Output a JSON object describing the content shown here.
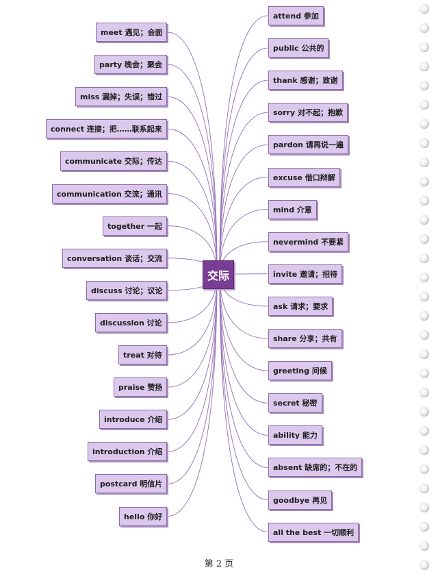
{
  "center": {
    "label": "交际"
  },
  "left_items": [
    "meet 遇见；会面",
    "party 晚会；聚会",
    "miss 漏掉；失误；错过",
    "connect 连接；把……联系起来",
    "communicate 交际；传达",
    "communication 交流；通讯",
    "together 一起",
    "conversation 谈话；交流",
    "discuss 讨论；议论",
    "discussion 讨论",
    "treat 对待",
    "praise 赞扬",
    "introduce 介绍",
    "introduction 介绍",
    "postcard 明信片",
    "hello 你好"
  ],
  "right_items": [
    "attend 参加",
    "public 公共的",
    "thank 感谢；致谢",
    "sorry 对不起；抱歉",
    "pardon 请再说一遍",
    "excuse 借口辩解",
    "mind 介意",
    "nevermind 不要紧",
    "invite 邀请；招待",
    "ask 请求；要求",
    "share 分享；共有",
    "greeting 问候",
    "secret 秘密",
    "ability 能力",
    "absent 缺席的；不在的",
    "goodbye 再见",
    "all the best 一切顺利"
  ],
  "footer": {
    "page_label": "第 2 页"
  },
  "colors": {
    "node_fill": "#dcc8ec",
    "node_border": "#8a6aa4",
    "center_fill": "#7a3d94",
    "connector": "#9b78b8"
  }
}
